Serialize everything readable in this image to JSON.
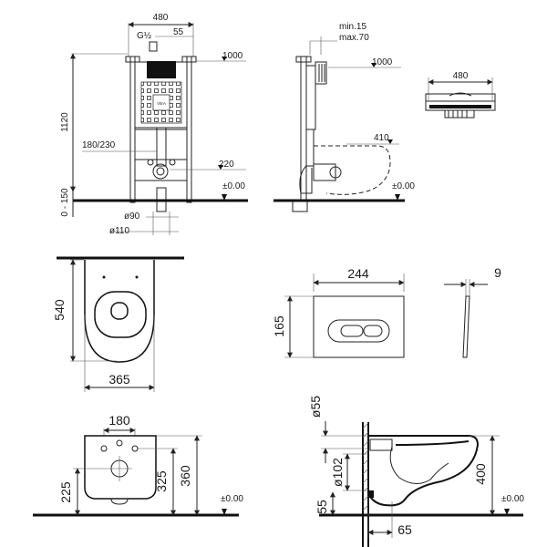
{
  "frame_views": {
    "front": {
      "width": "480",
      "inlet": "G½",
      "inlet_offset": "55",
      "height": "1120",
      "level_top": "1000",
      "pipe_heights": "180/230",
      "level_drain": "220",
      "zero": "±0.00",
      "adjust": "0 - 150",
      "dia_90": "ø90",
      "dia_110": "ø110",
      "brand": "VitrA"
    },
    "side": {
      "min": "min.15",
      "max": "max.70",
      "level_top": "1000",
      "level_410": "410",
      "zero": "±0.00"
    },
    "top": {
      "width": "480"
    }
  },
  "plate_views": {
    "plate_width": "244",
    "plate_height": "165",
    "plate_depth": "9"
  },
  "bowl_views": {
    "top": {
      "depth": "540",
      "width": "365"
    },
    "front": {
      "bolt_spacing": "180",
      "dim_225": "225",
      "dim_325": "325",
      "dim_360": "360",
      "zero": "±0.00"
    },
    "side": {
      "dia_55": "ø55",
      "dia_102": "ø102",
      "dim_400": "400",
      "dim_55": "55",
      "dim_65": "65",
      "zero": "±0.00"
    }
  }
}
